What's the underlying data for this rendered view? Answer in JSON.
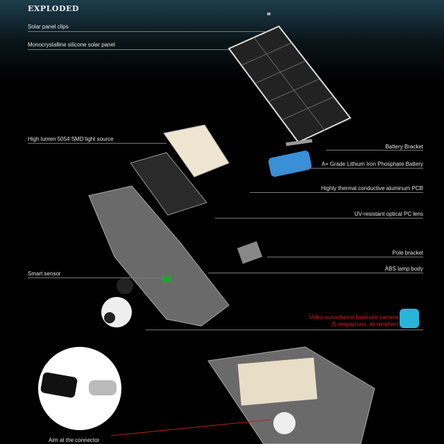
{
  "title": "EXPLODED",
  "labels": {
    "clips": "Solar panel clips",
    "panel": "Monocrystalline silicone solar panel",
    "led": "High lumen 5054 SMD light source",
    "battery_bracket": "Battery Bracket",
    "battery": "A+ Grade Lithium Iron Phosphate Battery",
    "pcb": "Highly thermal conductive aluminum PCB",
    "lens": "UV-resistant optical PC lens",
    "pole": "Pole  bracket",
    "body": "ABS lamp body",
    "sensor": "Smart sensor",
    "camera_1": "Video surveillance binocular camera",
    "camera_2": "(5 megapixels, all-weather)",
    "connector": "Aim at the connector"
  },
  "colors": {
    "accent_red": "#d42020",
    "app_icon": "#2ab4d8"
  }
}
